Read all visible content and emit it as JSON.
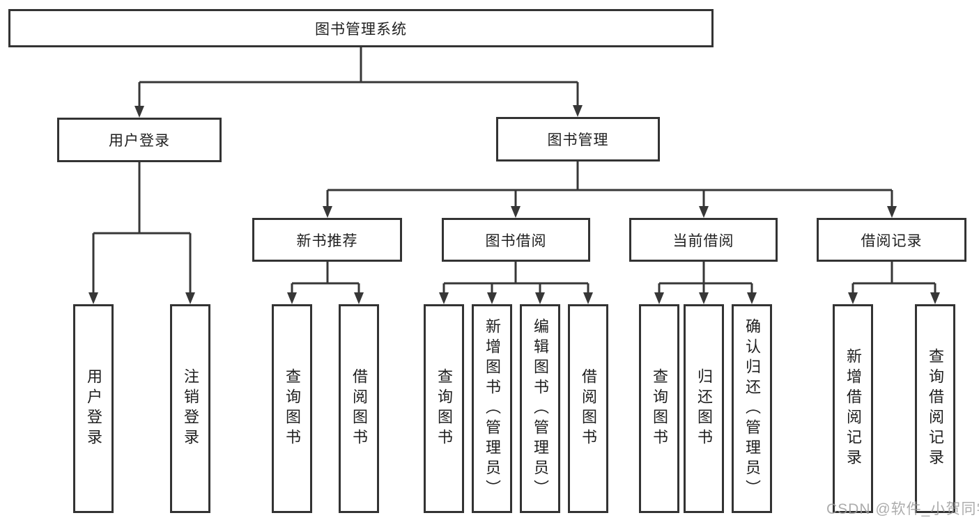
{
  "diagram": {
    "type": "hierarchy-tree",
    "title": "图书管理系统",
    "hierarchy": {
      "root": "图书管理系统",
      "children": [
        {
          "label": "用户登录",
          "children": [
            "用户登录",
            "注销登录"
          ]
        },
        {
          "label": "图书管理",
          "children": [
            {
              "label": "新书推荐",
              "children": [
                "查询图书",
                "借阅图书"
              ]
            },
            {
              "label": "图书借阅",
              "children": [
                "查询图书",
                "新增图书（管理员）",
                "编辑图书（管理员）",
                "借阅图书"
              ]
            },
            {
              "label": "当前借阅",
              "children": [
                "查询图书",
                "归还图书",
                "确认归还（管理员）"
              ]
            },
            {
              "label": "借阅记录",
              "children": [
                "新增借阅记录",
                "查询借阅记录"
              ]
            }
          ]
        }
      ]
    }
  },
  "nodes": {
    "root": "图书管理系统",
    "user_login": "用户登录",
    "book_mgmt": "图书管理",
    "new_book_rec": "新书推荐",
    "book_borrow": "图书借阅",
    "current_borrow": "当前借阅",
    "borrow_record": "借阅记录",
    "leaf_user_login": "用户登录",
    "leaf_logout": "注销登录",
    "leaf_nbr_query": "查询图书",
    "leaf_nbr_borrow": "借阅图书",
    "leaf_bb_query": "查询图书",
    "leaf_bb_add": "新增图书（管理员）",
    "leaf_bb_edit": "编辑图书（管理员）",
    "leaf_bb_borrow": "借阅图书",
    "leaf_cb_query": "查询图书",
    "leaf_cb_return": "归还图书",
    "leaf_cb_confirm": "确认归还（管理员）",
    "leaf_br_add": "新增借阅记录",
    "leaf_br_query": "查询借阅记录"
  },
  "watermark": "CSDN @软件_小贺同学",
  "colors": {
    "line": "#373737",
    "border": "#333333",
    "text": "#1f1f1f",
    "background": "#ffffff",
    "watermark": "#9e9e9e"
  }
}
